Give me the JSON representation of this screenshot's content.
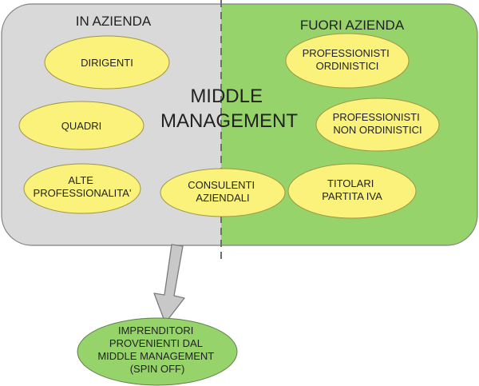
{
  "regions": {
    "inside_label": "IN AZIENDA",
    "outside_label": "FUORI AZIENDA",
    "colors": {
      "inside_fill": "#d9d9d9",
      "outside_fill": "#96d36b",
      "border": "#808080",
      "divider": "#6e6e6e"
    }
  },
  "center_label": [
    "MIDDLE",
    "MANAGEMENT"
  ],
  "ellipses": {
    "dirigenti": [
      "DIRIGENTI"
    ],
    "quadri": [
      "QUADRI"
    ],
    "alte_professionalita": [
      "ALTE",
      "PROFESSIONALITA'"
    ],
    "consulenti_aziendali": [
      "CONSULENTI",
      "AZIENDALI"
    ],
    "professionisti_ordinistici": [
      "PROFESSIONISTI",
      "ORDINISTICI"
    ],
    "professionisti_non_ordinistici": [
      "PROFESSIONISTI",
      "NON ORDINISTICI"
    ],
    "titolari_partita_iva": [
      "TITOLARI",
      "PARTITA IVA"
    ]
  },
  "ellipse_colors": {
    "fill": "#fbf27b",
    "stroke": "#9e9642"
  },
  "outcome": {
    "lines": [
      "IMPRENDITORI",
      "PROVENIENTI DAL",
      "MIDDLE MANAGEMENT",
      "(SPIN OFF)"
    ],
    "colors": {
      "fill": "#96d36b",
      "stroke": "#5f7f4a"
    }
  },
  "arrow_colors": {
    "fill": "#c8c8c8",
    "stroke": "#7a7a7a"
  }
}
